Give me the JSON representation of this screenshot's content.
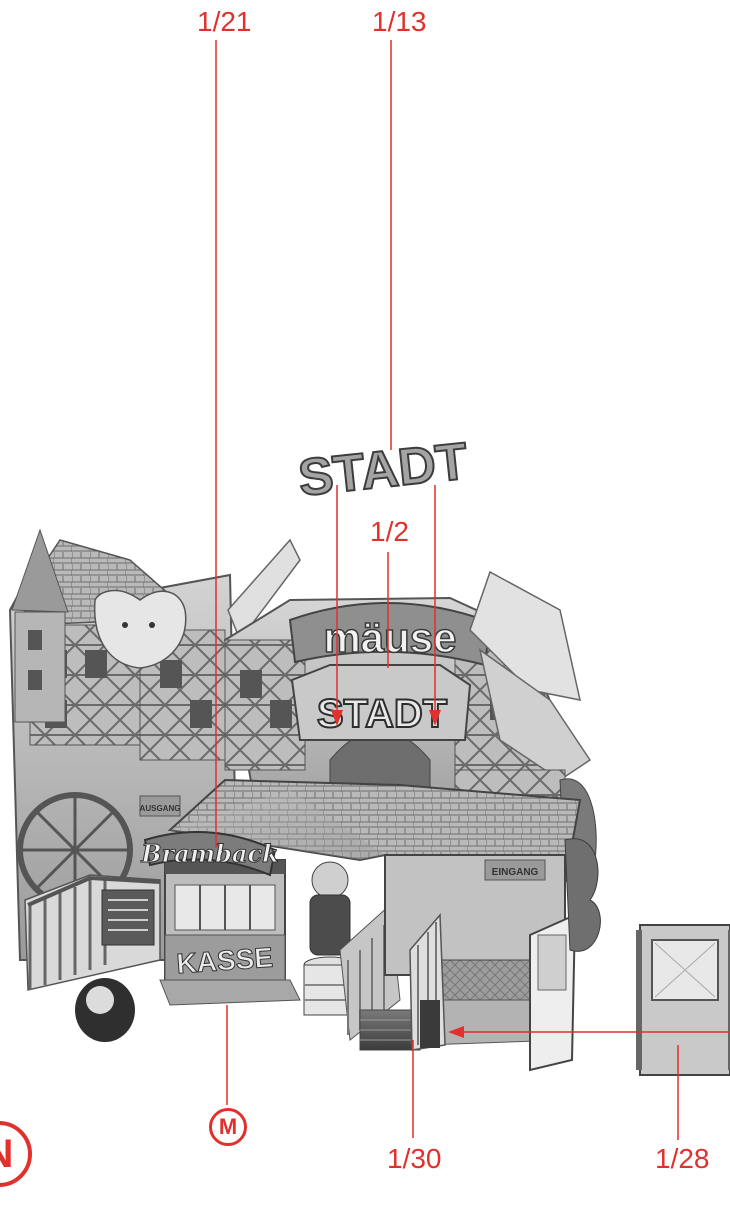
{
  "callouts": {
    "c121": "1/21",
    "c113": "1/13",
    "c12": "1/2",
    "c130": "1/30",
    "c128": "1/28"
  },
  "markers": {
    "m": "M",
    "n": "N"
  },
  "model_text": {
    "stadt_top": "STADT",
    "maeuse": "mäuse",
    "stadt_sign": "STADT",
    "bramback": "Bramback",
    "kasse": "KASSE",
    "eingang": "EINGANG",
    "ausgang": "AUSGANG"
  },
  "colors": {
    "callout": "#e0312c",
    "model_dark": "#4a4a4a",
    "model_mid": "#8a8a8a",
    "model_light": "#c8c8c8"
  }
}
